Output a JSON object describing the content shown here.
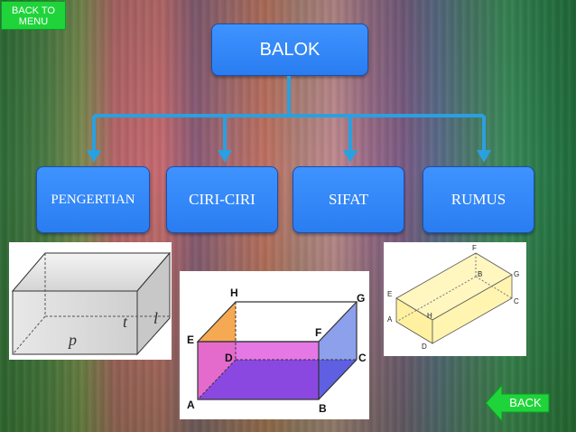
{
  "menu_button": {
    "label_line1": "BACK TO",
    "label_line2": "MENU"
  },
  "title_box": {
    "label": "BALOK"
  },
  "topics": [
    {
      "label": "PENGERTIAN"
    },
    {
      "label": "CIRI-CIRI"
    },
    {
      "label": "SIFAT"
    },
    {
      "label": "RUMUS"
    }
  ],
  "figure1": {
    "label_t": "t",
    "label_l": "l",
    "label_p": "p"
  },
  "figure2": {
    "vertices": [
      "H",
      "G",
      "E",
      "F",
      "D",
      "C",
      "A",
      "B"
    ]
  },
  "figure3": {
    "vertices": [
      "F",
      "B",
      "G",
      "E",
      "C",
      "A",
      "H",
      "D"
    ]
  },
  "back_button": {
    "label": "BACK"
  },
  "colors": {
    "box_blue": "#2a7df0",
    "button_green": "#1fd43a",
    "connector": "#2aa0e0"
  }
}
